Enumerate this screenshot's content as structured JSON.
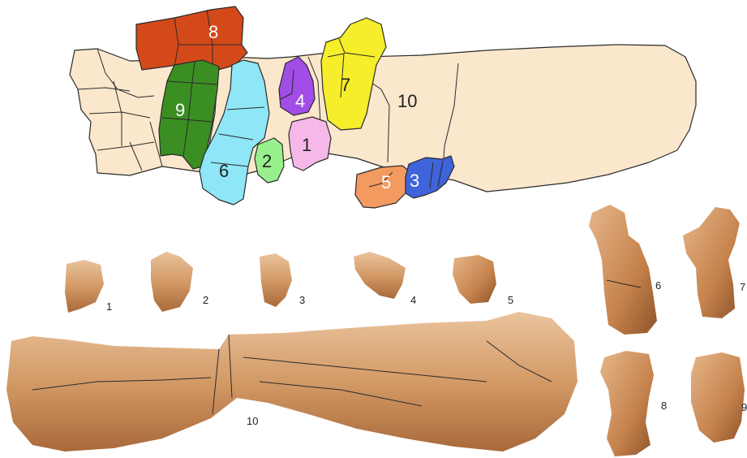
{
  "colors": {
    "bone": "#fbe7cc",
    "p1": "#f6b8e8",
    "p2": "#98f08c",
    "p3": "#3f63d8",
    "p4": "#a24de6",
    "p5": "#f39a60",
    "p6": "#8ee6f6",
    "p7": "#f6ee2a",
    "p8": "#d4491a",
    "p9": "#3b8e22",
    "p10": "#fbe7cc",
    "fossil_light": "#e2b48a",
    "fossil_mid": "#c98c58",
    "fossil_dark": "#8a5029"
  },
  "diagram": {
    "labels": {
      "p1": "1",
      "p2": "2",
      "p3": "3",
      "p4": "4",
      "p5": "5",
      "p6": "6",
      "p7": "7",
      "p8": "8",
      "p9": "9",
      "p10": "10"
    }
  },
  "photos": {
    "labels": [
      "1",
      "2",
      "3",
      "4",
      "5",
      "6",
      "7",
      "8",
      "9",
      "10"
    ]
  }
}
